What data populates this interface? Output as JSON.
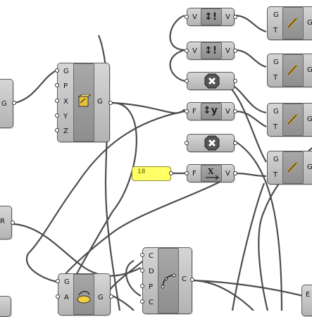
{
  "slider": {
    "value": "18"
  },
  "ports": {
    "G": "G",
    "P": "P",
    "X": "X",
    "Y": "Y",
    "Z": "Z",
    "V": "V",
    "T": "T",
    "F": "F",
    "A": "A",
    "R": "R",
    "C": "C",
    "D": "D",
    "E": "E"
  },
  "icons": {
    "plane": "construct-plane-icon",
    "series": "series-icon",
    "range": "range-icon",
    "remove": "cull-icon",
    "evaluate": "evaluate-icon",
    "curve": "interpolate-curve-icon",
    "rotate": "rotate-icon",
    "arc": "arc-icon"
  }
}
